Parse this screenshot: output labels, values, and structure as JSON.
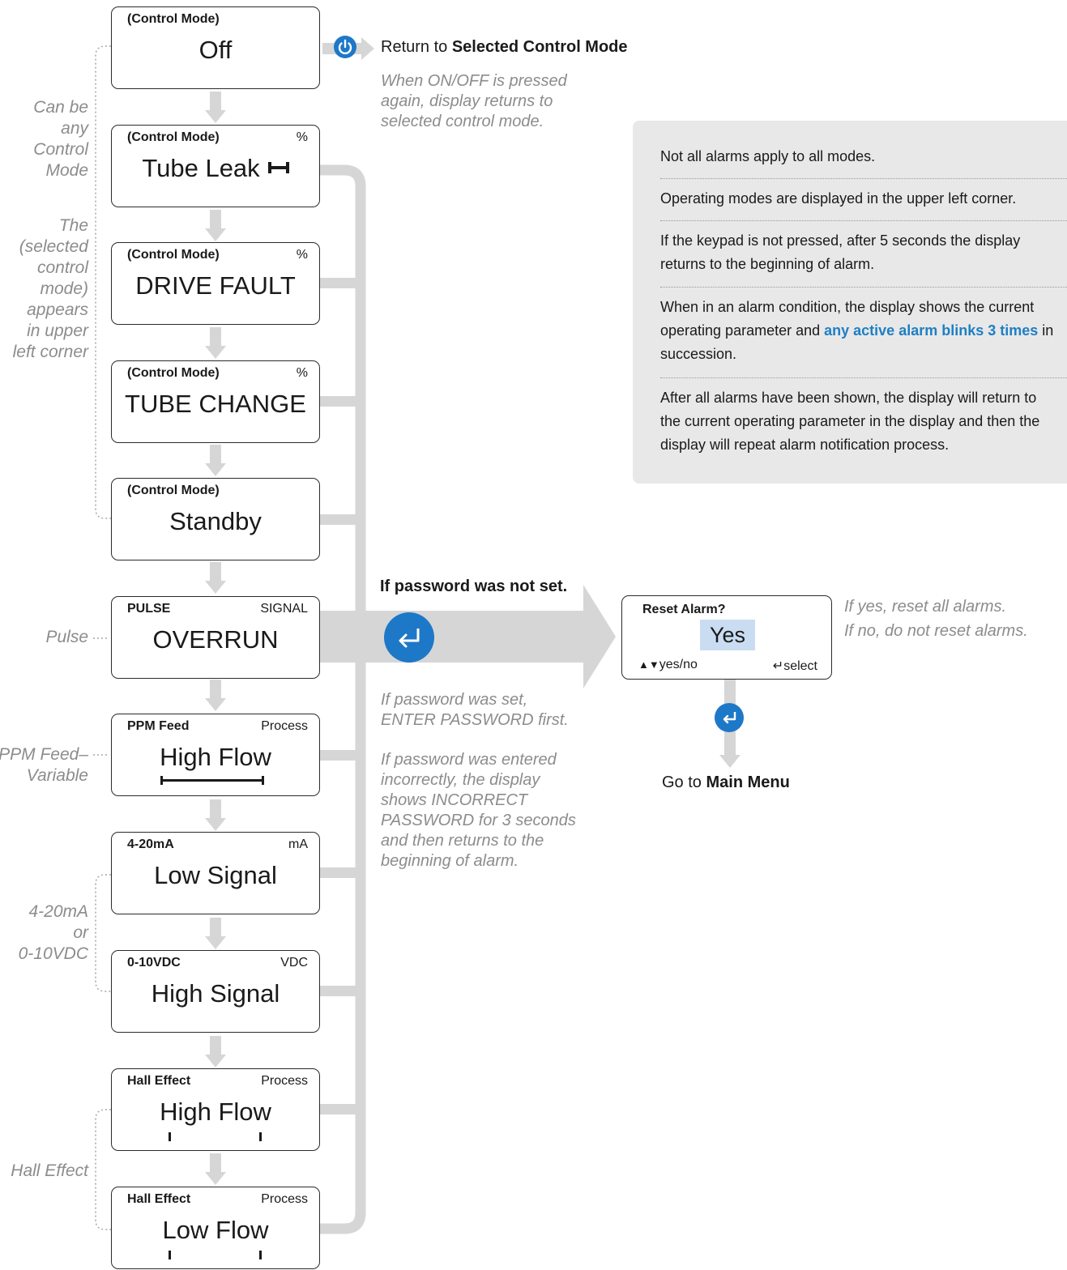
{
  "screens": [
    {
      "top_left": "(Control Mode)",
      "top_right": "",
      "main": "Off"
    },
    {
      "top_left": "(Control Mode)",
      "top_right": "%",
      "main": "Tube Leak",
      "icon": "tube-leak-icon"
    },
    {
      "top_left": "(Control Mode)",
      "top_right": "%",
      "main": "DRIVE FAULT"
    },
    {
      "top_left": "(Control Mode)",
      "top_right": "%",
      "main": "TUBE CHANGE"
    },
    {
      "top_left": "(Control Mode)",
      "top_right": "",
      "main": "Standby"
    },
    {
      "top_left": "PULSE",
      "top_right": "SIGNAL",
      "main": "OVERRUN"
    },
    {
      "top_left": "PPM Feed",
      "top_right": "Process",
      "main": "High Flow",
      "icon": "flow-scale-bar"
    },
    {
      "top_left": "4-20mA",
      "top_right": "mA",
      "main": "Low Signal"
    },
    {
      "top_left": "0-10VDC",
      "top_right": "VDC",
      "main": "High Signal"
    },
    {
      "top_left": "Hall Effect",
      "top_right": "Process",
      "main": "High Flow",
      "icon": "flow-ticks"
    },
    {
      "top_left": "Hall Effect",
      "top_right": "Process",
      "main": "Low Flow",
      "icon": "flow-ticks"
    }
  ],
  "left_notes": {
    "control_mode": [
      "Can be",
      "any",
      "Control",
      "Mode"
    ],
    "selected": [
      "The",
      "(selected",
      "control",
      "mode)",
      "appears",
      "in upper",
      "left corner"
    ],
    "pulse": "Pulse",
    "ppm": [
      "PPM Feed–",
      "Variable"
    ],
    "analog": [
      "4-20mA",
      "or",
      "0-10VDC"
    ],
    "hall": "Hall Effect"
  },
  "return": {
    "prefix": "Return to ",
    "bold": "Selected Control Mode",
    "note": [
      "When ON/OFF is pressed",
      "again, display returns to",
      "selected control mode."
    ]
  },
  "info_box": {
    "items": [
      "Not all alarms apply to all modes.",
      "Operating modes are displayed in the upper left corner.",
      "If the keypad is not pressed, after 5 seconds the display returns to the beginning of alarm.",
      "After all alarms have been shown, the display will return to the current operating parameter in the display and then the display will repeat alarm notification process."
    ],
    "alarm_item": {
      "before": "When in an alarm condition, the display shows the current operating parameter and ",
      "highlight": "any active alarm blinks 3 times",
      "after": " in succession."
    }
  },
  "password": {
    "heading": "If password was not set.",
    "note_set": [
      "If password was set,",
      "ENTER PASSWORD first."
    ],
    "note_incorrect": [
      "If password was entered",
      "incorrectly, the display",
      "shows INCORRECT",
      "PASSWORD for 3 seconds",
      "and then returns to the",
      "beginning of alarm."
    ]
  },
  "reset_screen": {
    "title": "Reset Alarm?",
    "value": "Yes",
    "arrows": "▲▼",
    "left_hint": "yes/no",
    "enter_glyph": "↵",
    "right_hint": "select"
  },
  "reset_note": [
    "If yes, reset all alarms.",
    "If no, do not reset alarms."
  ],
  "main_menu": {
    "prefix": "Go to ",
    "bold": "Main Menu"
  },
  "colors": {
    "accent_blue": "#1e78c8",
    "connector_gray": "#d6d6d6",
    "note_gray": "#8c8c8c",
    "info_bg": "#e8e8e8",
    "highlight_bg": "#c9dcf2"
  }
}
